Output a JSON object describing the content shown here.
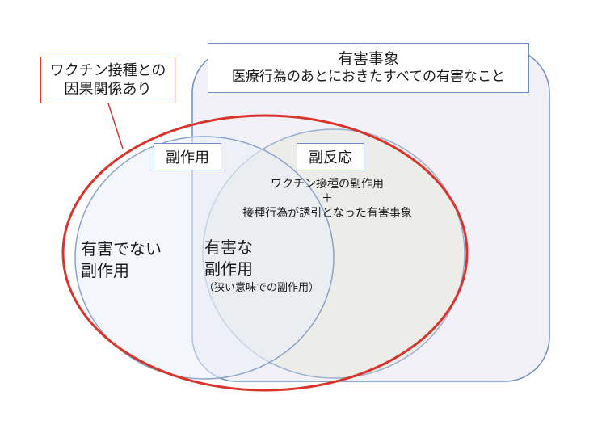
{
  "adverse_events": {
    "title": "有害事象",
    "description": "医療行為のあとにおきたすべての有害なこと"
  },
  "causal_relationship": {
    "line1": "ワクチン接種との",
    "line2": "因果関係あり"
  },
  "side_effect": {
    "label": "副作用",
    "not_harmful_line1": "有害でない",
    "not_harmful_line2": "副作用",
    "harmful_line1": "有害な",
    "harmful_line2": "副作用",
    "harmful_note": "（狭い意味での副作用）"
  },
  "adverse_reaction": {
    "label": "副反応",
    "desc_line1": "ワクチン接種の副作用",
    "plus": "＋",
    "desc_line2": "接種行為が誘引となった有害事象"
  },
  "colors": {
    "red_ellipse": "#d9342b",
    "blue_outline": "#6d8ec3",
    "adverse_fill": "#f2f1f7",
    "side_effect_fill": "#eaf0f8",
    "reaction_fill": "#ebebe6"
  }
}
